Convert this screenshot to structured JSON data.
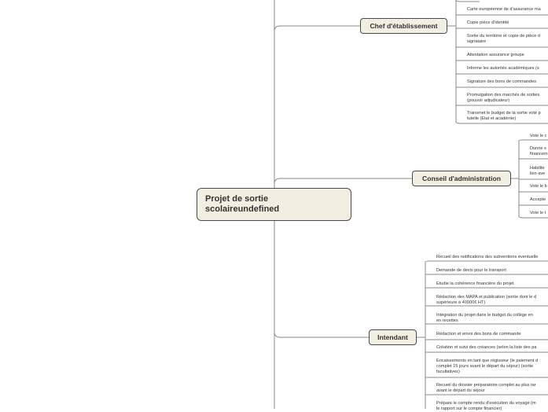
{
  "central": "Projet de sortie scolaireundefined",
  "branches": {
    "chef": {
      "label": "Chef d'établissement",
      "leaves": [
        "Carte européenne de d'assurance ma",
        "Copie pièce d'identité",
        "Sortie du territoire et copie de pièce d\nsignataire",
        "Attestation assurance groupe",
        "Informe les autorités académiques (s",
        "Signature des bons de commandes",
        "Promulgation des marchés de sorties\n(pouvoir adjudicateur)",
        "Transmet le budget de la sortie voté p\ntutelle (Etat et académie)"
      ]
    },
    "conseil": {
      "label": "Conseil d'administration",
      "leaves": [
        "Vote le c",
        "Donne s\nfinancem",
        "Habilite\nlien ave",
        "Vote le b",
        "Accepte",
        "Vote le t"
      ]
    },
    "intendant": {
      "label": "Intendant",
      "leaves": [
        "Recueil des notifications des subventions éventuelle",
        "Demande de devis pour le transport",
        "Etudie la cohérence financière du projet",
        "Rédaction des MAPA et publication (sortie dont le d\nsupérieure à 40000€ HT)",
        "Intégration du projet dans le budget du collège en\nen recettes",
        "Rédaction et envoi des bons de commande",
        "Création et suivi des créances (selon la liste des pa",
        "Encaissements en tant que régisseur (le paiement d\ncomplet 15 jours avant le départ du séjour) (sortie\nfacultatives)",
        "Recueil du dossier préparatoire complet au plus tar\navant le départ du séjour",
        "Prépare le compte rendu d'exécution du voyage (m\nle rapport sur le compte financier)"
      ]
    }
  }
}
